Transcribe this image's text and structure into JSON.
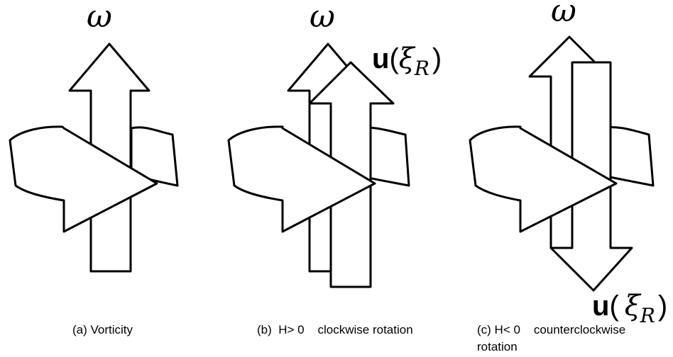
{
  "symbols": {
    "omega": "ω",
    "u": "u",
    "xi": "ξ",
    "subscript_R": "R",
    "open_paren": "(",
    "close_paren": ")"
  },
  "captions": {
    "a": "(a) Vorticity",
    "b": "(b)  H> 0    clockwise rotation",
    "c_line1": "(c) H< 0    counterclockwise",
    "c_line2": "rotation"
  },
  "colors": {
    "stroke": "#000000",
    "fill": "#ffffff"
  }
}
